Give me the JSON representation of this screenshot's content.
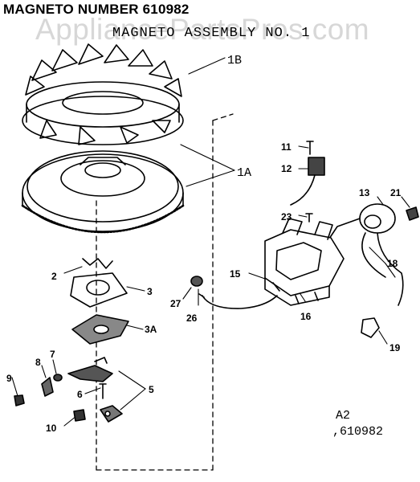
{
  "diagram": {
    "title": "MAGNETO NUMBER 610982",
    "subtitle": "MAGNETO ASSEMBLY NO. 1",
    "watermark": "AppliancePartsPros.com",
    "drawing_ref": "A2",
    "drawing_number": ",610982",
    "callouts": {
      "c1B": "1B",
      "c1A": "1A",
      "c2": "2",
      "c3": "3",
      "c3A": "3A",
      "c5": "5",
      "c6": "6",
      "c7": "7",
      "c8": "8",
      "c9": "9",
      "c10": "10",
      "c11": "11",
      "c12": "12",
      "c13": "13",
      "c15": "15",
      "c16": "16",
      "c18": "18",
      "c19": "19",
      "c21": "21",
      "c23": "23",
      "c26": "26",
      "c27": "27"
    }
  }
}
